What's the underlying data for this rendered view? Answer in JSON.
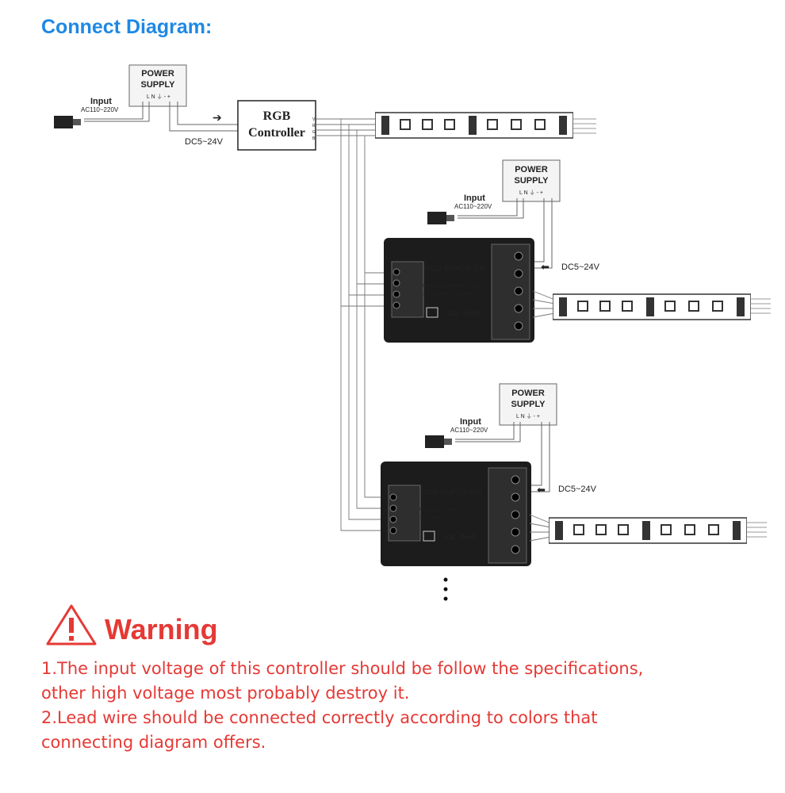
{
  "header": {
    "title": "Connect Diagram:"
  },
  "diagram": {
    "power_supply_line1": "POWER",
    "power_supply_line2": "SUPPLY",
    "input_label": "Input",
    "ac_label": "AC110~220V",
    "dc_label": "DC5~24V",
    "controller_line1": "RGB",
    "controller_line2": "Controller",
    "amplifier_label": "RGB AMPLIFIER",
    "amplifier_spec1": "Input/Output Voltage: DC5~24V",
    "amplifier_spec2": "Total Output of Current: 30A",
    "cert_ce": "CE",
    "cert_rohs": "RoHS",
    "ps_terminals": "L N ⏚ - +",
    "controller_pins": [
      "V+",
      "R",
      "G",
      "B"
    ]
  },
  "warning": {
    "title": "Warning",
    "icon": "warning-triangle-icon",
    "line1": "1.The input voltage of this controller should be follow the specifications,",
    "line2": "other high voltage most probably destroy it.",
    "line3": "2.Lead wire should be connected correctly according to colors that",
    "line4": "connecting diagram offers."
  },
  "colors": {
    "title": "#1e88e5",
    "warning": "#e53935"
  }
}
